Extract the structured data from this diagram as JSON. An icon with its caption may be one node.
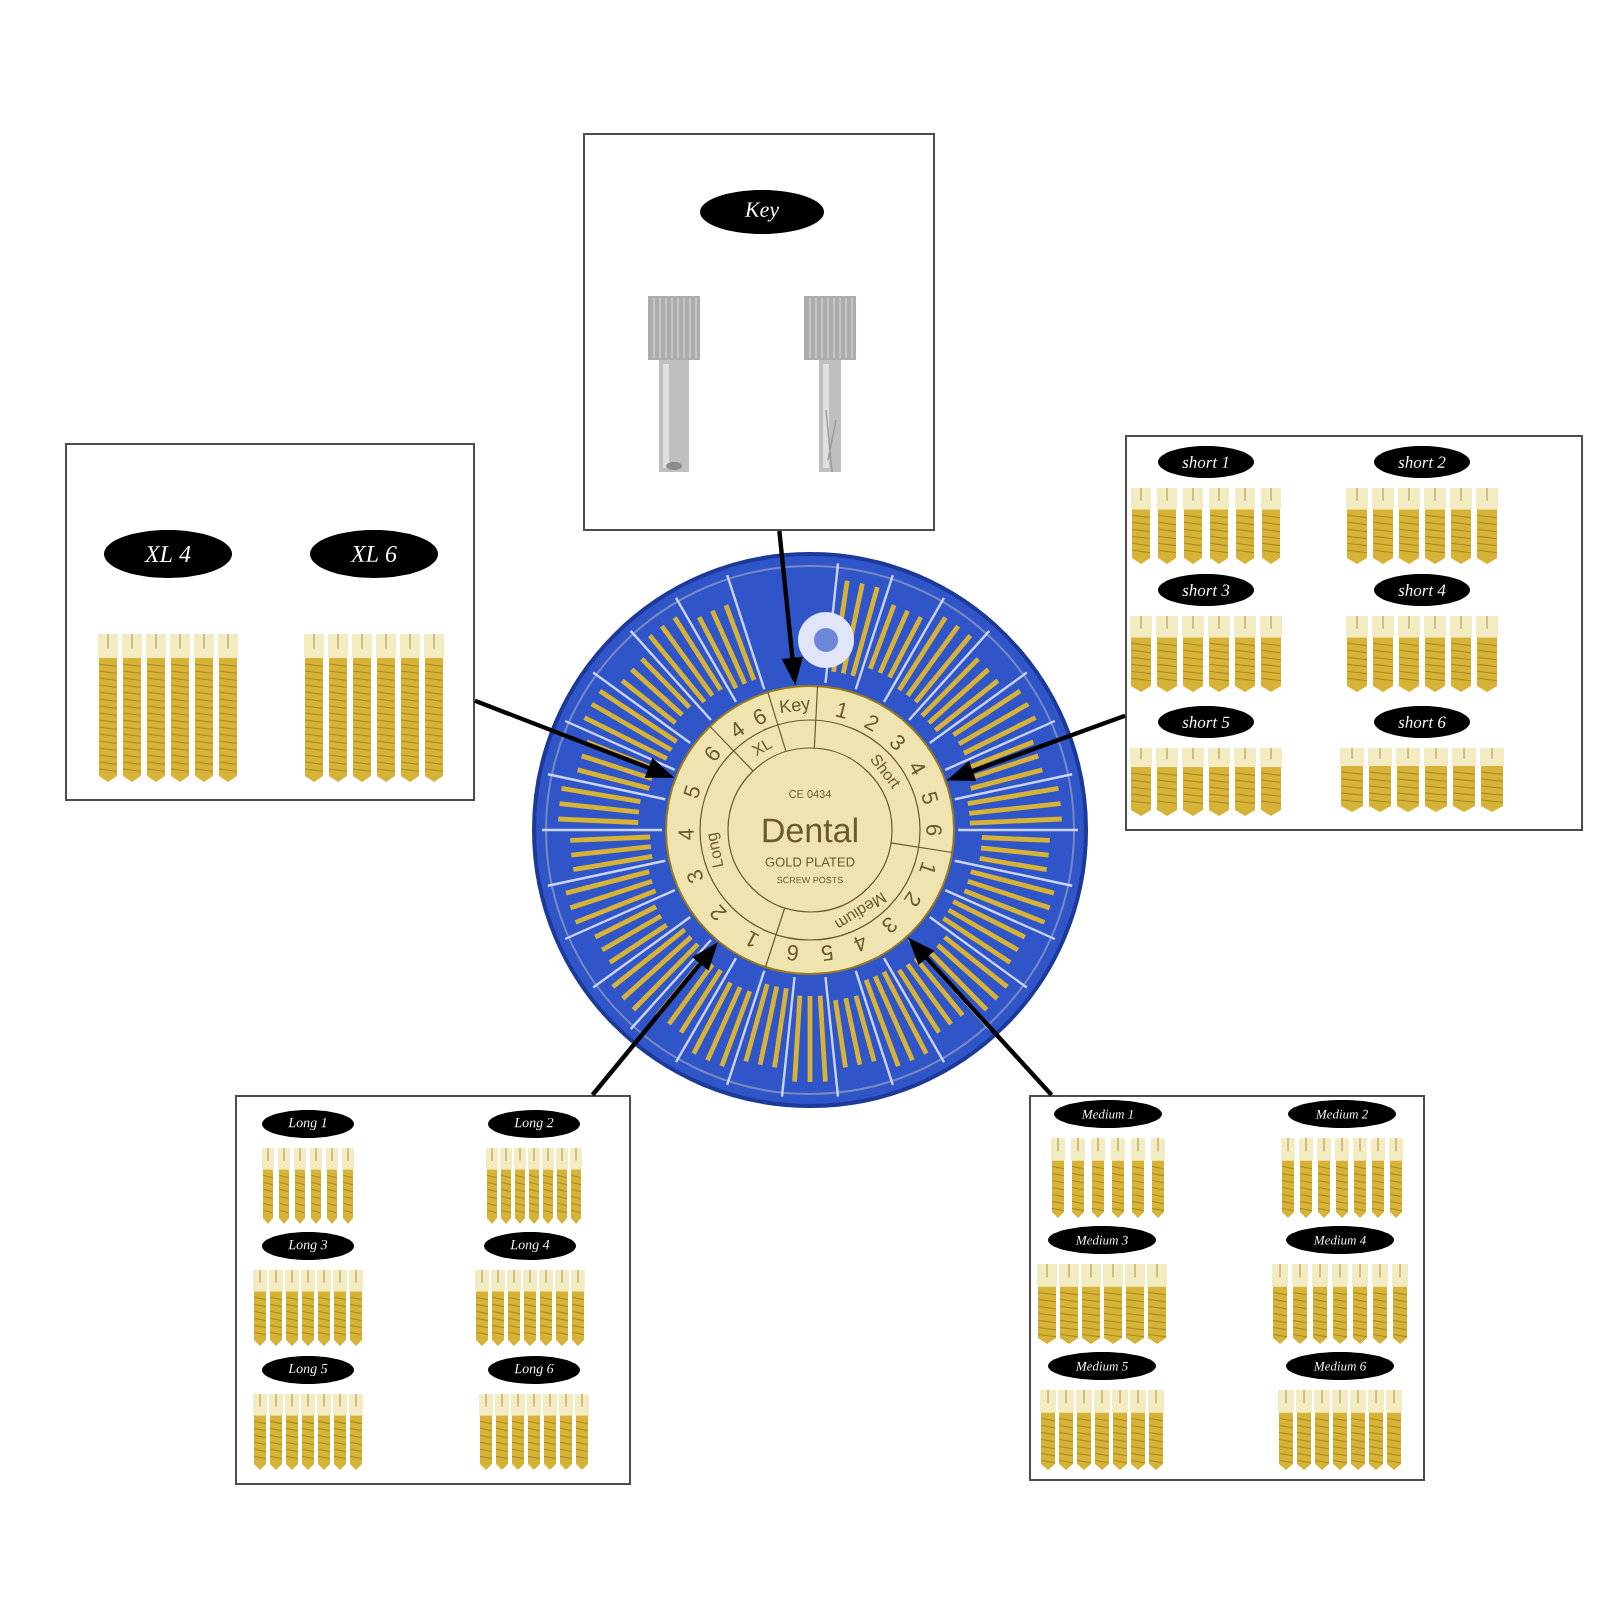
{
  "diagram": {
    "nodes": [
      {
        "text": [],
        "shape": "box"
      },
      {
        "text": [
          "Key"
        ],
        "in": 0
      },
      {
        "text": [],
        "shape": "box"
      },
      {
        "text": [
          "XL 4"
        ],
        "in": 2
      },
      {
        "text": [
          "XL 6"
        ],
        "in": 2
      },
      {
        "text": [],
        "shape": "box"
      },
      {
        "text": [
          "short 1"
        ],
        "in": 5
      },
      {
        "text": [
          "short 2"
        ],
        "in": 5
      },
      {
        "text": [
          "short 3"
        ],
        "in": 5
      },
      {
        "text": [
          "short 4"
        ],
        "in": 5
      },
      {
        "text": [
          "short 5"
        ],
        "in": 5
      },
      {
        "text": [
          "short 6"
        ],
        "in": 5
      },
      {
        "text": [
          "CE 0434",
          "Dental",
          "GOLD PLATED",
          "SCREW POSTS",
          "Key",
          "1",
          "2",
          "3",
          "4",
          "5",
          "6",
          "Short",
          "1",
          "2",
          "3",
          "4",
          "5",
          "6",
          "Medium",
          "1",
          "2",
          "3",
          "4",
          "5",
          "6",
          "Long",
          "4",
          "6",
          "XL"
        ]
      },
      {
        "text": [],
        "shape": "box"
      },
      {
        "text": [
          "Long 1"
        ],
        "in": 13
      },
      {
        "text": [
          "Long 2"
        ],
        "in": 13
      },
      {
        "text": [
          "Long 3"
        ],
        "in": 13
      },
      {
        "text": [
          "Long 4"
        ],
        "in": 13
      },
      {
        "text": [
          "Long 5"
        ],
        "in": 13
      },
      {
        "text": [
          "Long 6"
        ],
        "in": 13
      },
      {
        "text": [],
        "shape": "box"
      },
      {
        "text": [
          "Medium 1"
        ],
        "in": 20
      },
      {
        "text": [
          "Medium 2"
        ],
        "in": 20
      },
      {
        "text": [
          "Medium 3"
        ],
        "in": 20
      },
      {
        "text": [
          "Medium 4"
        ],
        "in": 20
      },
      {
        "text": [
          "Medium 5"
        ],
        "in": 20
      },
      {
        "text": [
          "Medium 6"
        ],
        "in": 20
      }
    ],
    "edges": [
      {
        "from": 0,
        "to": 12,
        "arrow": "to"
      },
      {
        "from": 2,
        "to": 12,
        "arrow": "to"
      },
      {
        "from": 5,
        "to": 12,
        "arrow": "to"
      },
      {
        "from": 13,
        "to": 12,
        "arrow": "to"
      },
      {
        "from": 20,
        "to": 12,
        "arrow": "to"
      }
    ]
  }
}
